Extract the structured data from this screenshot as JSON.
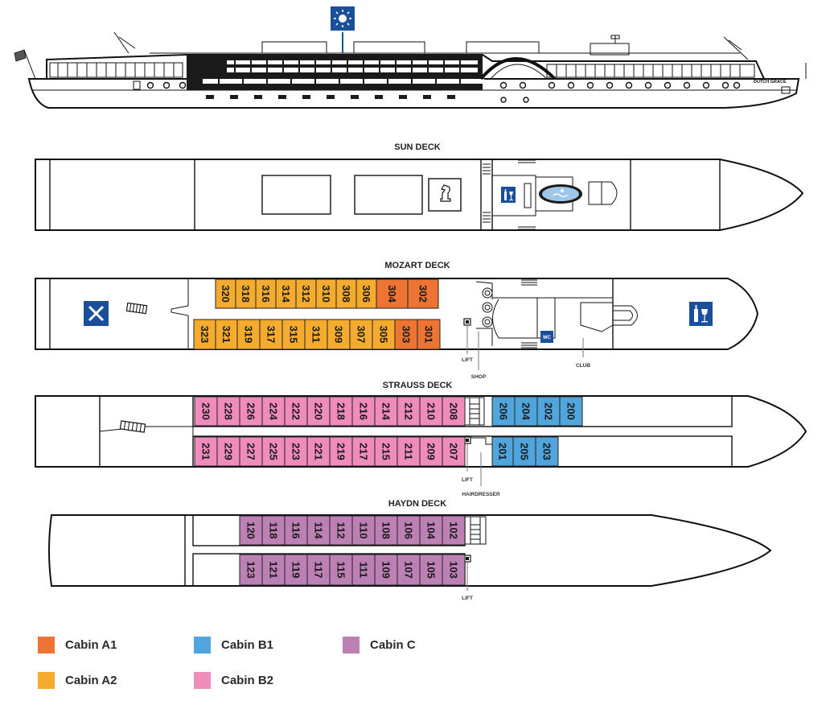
{
  "ship": {
    "name": "DUTCH GRACE"
  },
  "colors": {
    "A1": "#ee7434",
    "A2": "#f5ac2e",
    "B1": "#4fa5dc",
    "B2": "#ef8cbc",
    "C": "#bd80b5",
    "icon_blue": "#1a4f9c"
  },
  "icons": {
    "sun_deck": [
      "sun-icon",
      "chess-knight-icon",
      "wine-bar-icon",
      "pool-icon"
    ],
    "mozart_deck": [
      "restaurant-icon",
      "wine-bar-icon",
      "wc-icon"
    ]
  },
  "decks": [
    {
      "id": "sun",
      "title": "SUN DECK"
    },
    {
      "id": "mozart",
      "title": "MOZART DECK",
      "labels": {
        "lift": "LIFT",
        "shop": "SHOP",
        "club": "CLUB",
        "wc": "WC"
      },
      "top": [
        {
          "n": "320",
          "t": "A2"
        },
        {
          "n": "318",
          "t": "A2"
        },
        {
          "n": "316",
          "t": "A2"
        },
        {
          "n": "314",
          "t": "A2"
        },
        {
          "n": "312",
          "t": "A2"
        },
        {
          "n": "310",
          "t": "A2"
        },
        {
          "n": "308",
          "t": "A2"
        },
        {
          "n": "306",
          "t": "A2"
        },
        {
          "n": "304",
          "t": "A1"
        },
        {
          "n": "302",
          "t": "A1"
        }
      ],
      "bottom": [
        {
          "n": "323",
          "t": "A2"
        },
        {
          "n": "321",
          "t": "A2"
        },
        {
          "n": "319",
          "t": "A2"
        },
        {
          "n": "317",
          "t": "A2"
        },
        {
          "n": "315",
          "t": "A2"
        },
        {
          "n": "311",
          "t": "A2"
        },
        {
          "n": "309",
          "t": "A2"
        },
        {
          "n": "307",
          "t": "A2"
        },
        {
          "n": "305",
          "t": "A2"
        },
        {
          "n": "303",
          "t": "A1"
        },
        {
          "n": "301",
          "t": "A1"
        }
      ]
    },
    {
      "id": "strauss",
      "title": "STRAUSS DECK",
      "labels": {
        "lift": "LIFT",
        "hairdresser": "HAIRDRESSER"
      },
      "top": [
        {
          "n": "230",
          "t": "B2"
        },
        {
          "n": "228",
          "t": "B2"
        },
        {
          "n": "226",
          "t": "B2"
        },
        {
          "n": "224",
          "t": "B2"
        },
        {
          "n": "222",
          "t": "B2"
        },
        {
          "n": "220",
          "t": "B2"
        },
        {
          "n": "218",
          "t": "B2"
        },
        {
          "n": "216",
          "t": "B2"
        },
        {
          "n": "214",
          "t": "B2"
        },
        {
          "n": "212",
          "t": "B2"
        },
        {
          "n": "210",
          "t": "B2"
        },
        {
          "n": "208",
          "t": "B2"
        }
      ],
      "top_fwd": [
        {
          "n": "206",
          "t": "B1"
        },
        {
          "n": "204",
          "t": "B1"
        },
        {
          "n": "202",
          "t": "B1"
        },
        {
          "n": "200",
          "t": "B1"
        }
      ],
      "bottom": [
        {
          "n": "231",
          "t": "B2"
        },
        {
          "n": "229",
          "t": "B2"
        },
        {
          "n": "227",
          "t": "B2"
        },
        {
          "n": "225",
          "t": "B2"
        },
        {
          "n": "223",
          "t": "B2"
        },
        {
          "n": "221",
          "t": "B2"
        },
        {
          "n": "219",
          "t": "B2"
        },
        {
          "n": "217",
          "t": "B2"
        },
        {
          "n": "215",
          "t": "B2"
        },
        {
          "n": "211",
          "t": "B2"
        },
        {
          "n": "209",
          "t": "B2"
        },
        {
          "n": "207",
          "t": "B2"
        }
      ],
      "bottom_fwd": [
        {
          "n": "201",
          "t": "B1"
        },
        {
          "n": "205",
          "t": "B1"
        },
        {
          "n": "203",
          "t": "B1"
        }
      ]
    },
    {
      "id": "haydn",
      "title": "HAYDN DECK",
      "labels": {
        "lift": "LIFT"
      },
      "top": [
        {
          "n": "120",
          "t": "C"
        },
        {
          "n": "118",
          "t": "C"
        },
        {
          "n": "116",
          "t": "C"
        },
        {
          "n": "114",
          "t": "C"
        },
        {
          "n": "112",
          "t": "C"
        },
        {
          "n": "110",
          "t": "C"
        },
        {
          "n": "108",
          "t": "C"
        },
        {
          "n": "106",
          "t": "C"
        },
        {
          "n": "104",
          "t": "C"
        },
        {
          "n": "102",
          "t": "C"
        }
      ],
      "bottom": [
        {
          "n": "123",
          "t": "C"
        },
        {
          "n": "121",
          "t": "C"
        },
        {
          "n": "119",
          "t": "C"
        },
        {
          "n": "117",
          "t": "C"
        },
        {
          "n": "115",
          "t": "C"
        },
        {
          "n": "111",
          "t": "C"
        },
        {
          "n": "109",
          "t": "C"
        },
        {
          "n": "107",
          "t": "C"
        },
        {
          "n": "105",
          "t": "C"
        },
        {
          "n": "103",
          "t": "C"
        }
      ]
    }
  ],
  "legend": [
    {
      "key": "A1",
      "label": "Cabin A1"
    },
    {
      "key": "B1",
      "label": "Cabin B1"
    },
    {
      "key": "C",
      "label": "Cabin C"
    },
    {
      "key": "A2",
      "label": "Cabin A2"
    },
    {
      "key": "B2",
      "label": "Cabin B2"
    }
  ]
}
